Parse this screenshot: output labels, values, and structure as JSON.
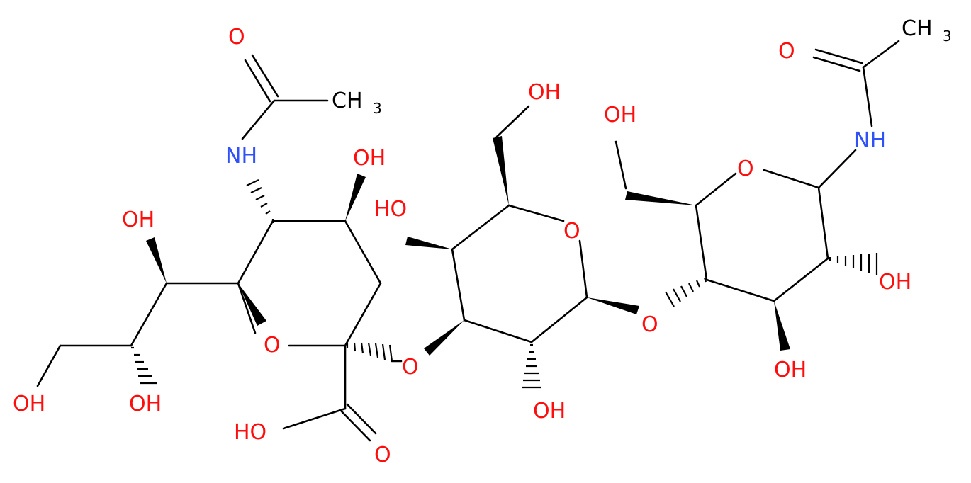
{
  "colors": {
    "O": "#ff0d0d",
    "N": "#3050f8",
    "C": "#000000"
  },
  "atoms": {
    "acetyl_O_1": "O",
    "methyl_1": "CH",
    "methyl_1_sub": "3",
    "NH_1": "NH",
    "OH_4": "OH",
    "OH_side_1": "OH",
    "OH_side_3": "OH",
    "OH_side_2": "OH",
    "ring_O_1": "O",
    "acid_OH": "HO",
    "acid_O": "O",
    "OH_CH2_gal": "OH",
    "OH_gal_4": "HO",
    "ring_O_gal": "O",
    "link_O_1": "O",
    "OH_gal_2": "OH",
    "link_O_2": "O",
    "OH_CH2_glc": "OH",
    "ring_O_glc": "O",
    "OH_glc_3": "OH",
    "OH_glc_2": "OH",
    "NH_2": "NH",
    "acetyl_O_2": "O",
    "methyl_2": "CH",
    "methyl_2_sub": "3"
  }
}
